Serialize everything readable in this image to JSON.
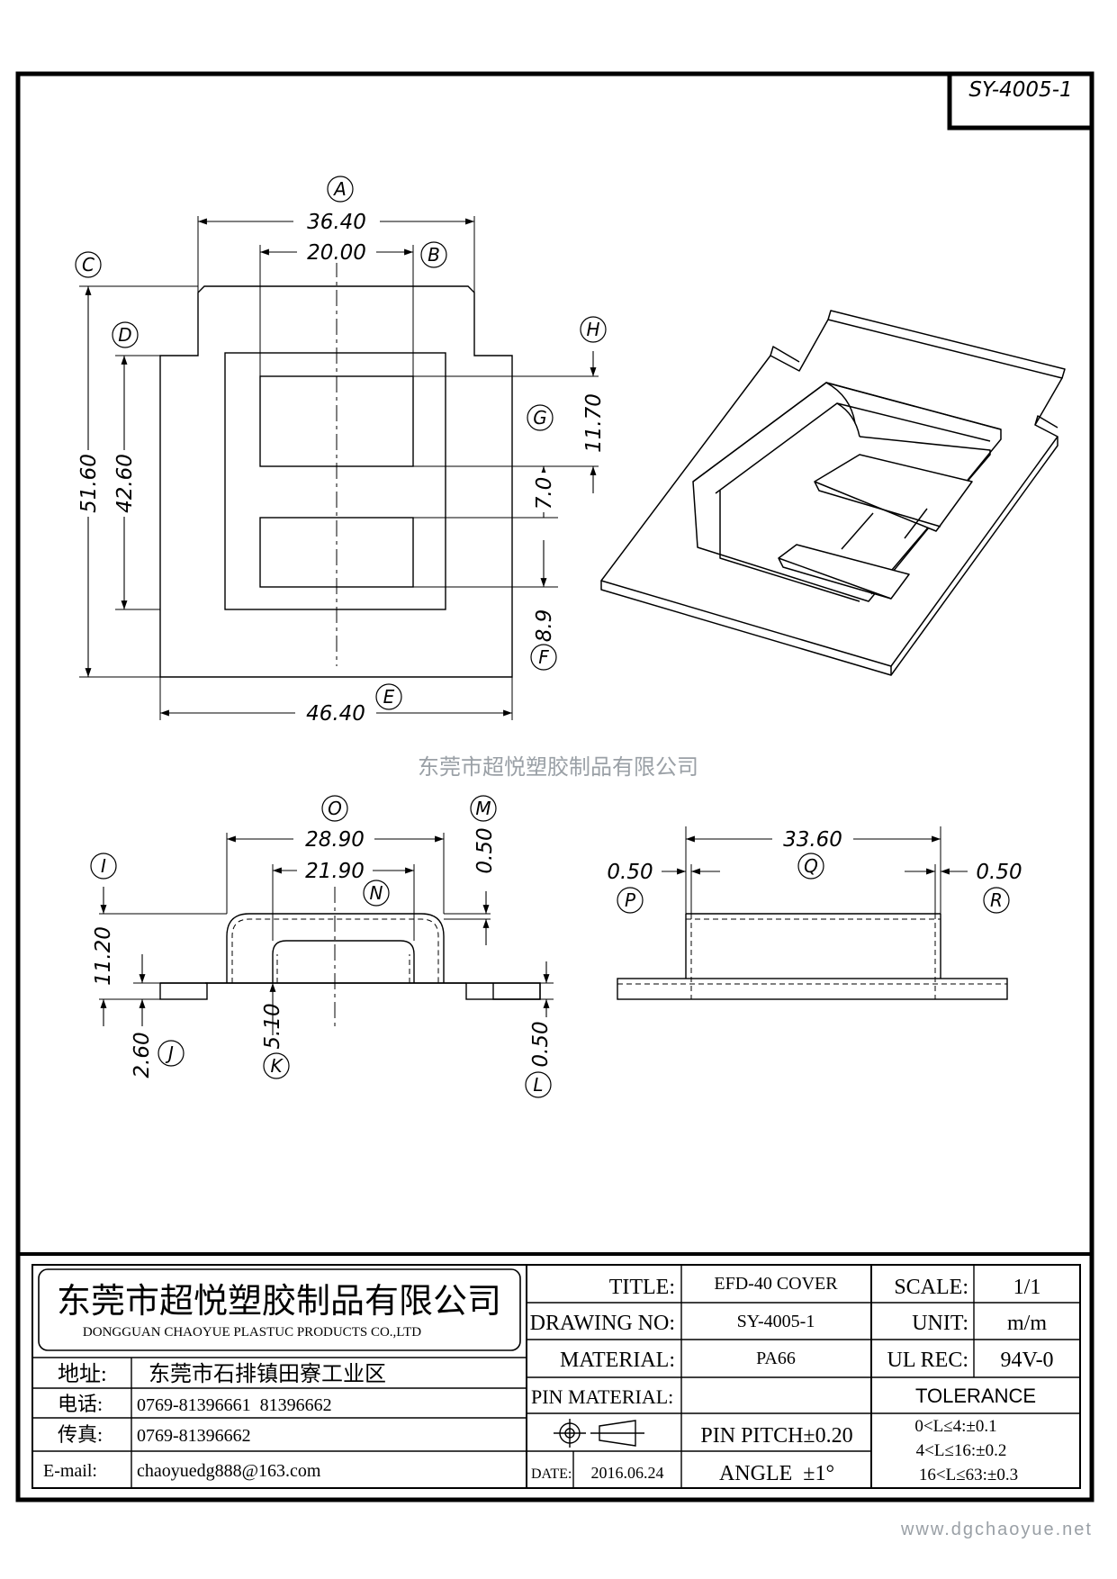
{
  "drawing_id": "SY-4005-1",
  "watermark_company": "东莞市超悦塑胶制品有限公司",
  "footer_url": "www.dgchaoyue.net",
  "top_view": {
    "dims": {
      "w_top": "36.40",
      "w_window": "20.00",
      "w_base": "46.40",
      "h_outer": "51.60",
      "h_inner": "42.60",
      "h_window": "11.70",
      "gap": "7.0",
      "bottom": "8.9"
    },
    "labels": {
      "A": "A",
      "B": "B",
      "C": "C",
      "D": "D",
      "E": "E",
      "F": "F",
      "G": "G",
      "H": "H"
    }
  },
  "front_view": {
    "dims": {
      "w_outer": "28.90",
      "w_inner": "21.90",
      "wall": "0.50",
      "height": "11.20",
      "flange": "2.60",
      "inner_h": "5.10",
      "base": "0.50"
    },
    "labels": {
      "I": "I",
      "J": "J",
      "K": "K",
      "L": "L",
      "M": "M",
      "N": "N",
      "O": "O"
    }
  },
  "side_view": {
    "dims": {
      "width": "33.60",
      "left": "0.50",
      "right": "0.50"
    },
    "labels": {
      "P": "P",
      "Q": "Q",
      "R": "R"
    }
  },
  "title_block": {
    "company_cn": "东莞市超悦塑胶制品有限公司",
    "company_en": "DONGGUAN CHAOYUE PLASTUC PRODUCTS CO.,LTD",
    "address_label": "地址:",
    "address_value": "东莞市石排镇田寮工业区",
    "phone_label": "电话:",
    "phone_value": "0769-81396661  81396662",
    "fax_label": "传真:",
    "fax_value": "0769-81396662",
    "email_label": "E-mail:",
    "email_value": "chaoyuedg888@163.com",
    "title_label": "TITLE:",
    "title_value": "EFD-40 COVER",
    "drawing_no_label": "DRAWING NO:",
    "drawing_no_value": "SY-4005-1",
    "material_label": "MATERIAL:",
    "material_value": "PA66",
    "pin_material_label": "PIN MATERIAL:",
    "pin_material_value": "",
    "date_label": "DATE:",
    "date_value": "2016.06.24",
    "pin_pitch": "PIN PITCH±0.20",
    "angle": "ANGLE  ±1°",
    "scale_label": "SCALE:",
    "scale_value": "1/1",
    "unit_label": "UNIT:",
    "unit_value": "m/m",
    "ul_label": "UL REC:",
    "ul_value": "94V-0",
    "tolerance_label": "TOLERANCE",
    "tol_1": "0<L≤4:±0.1",
    "tol_2": "4<L≤16:±0.2",
    "tol_3": "16<L≤63:±0.3"
  }
}
